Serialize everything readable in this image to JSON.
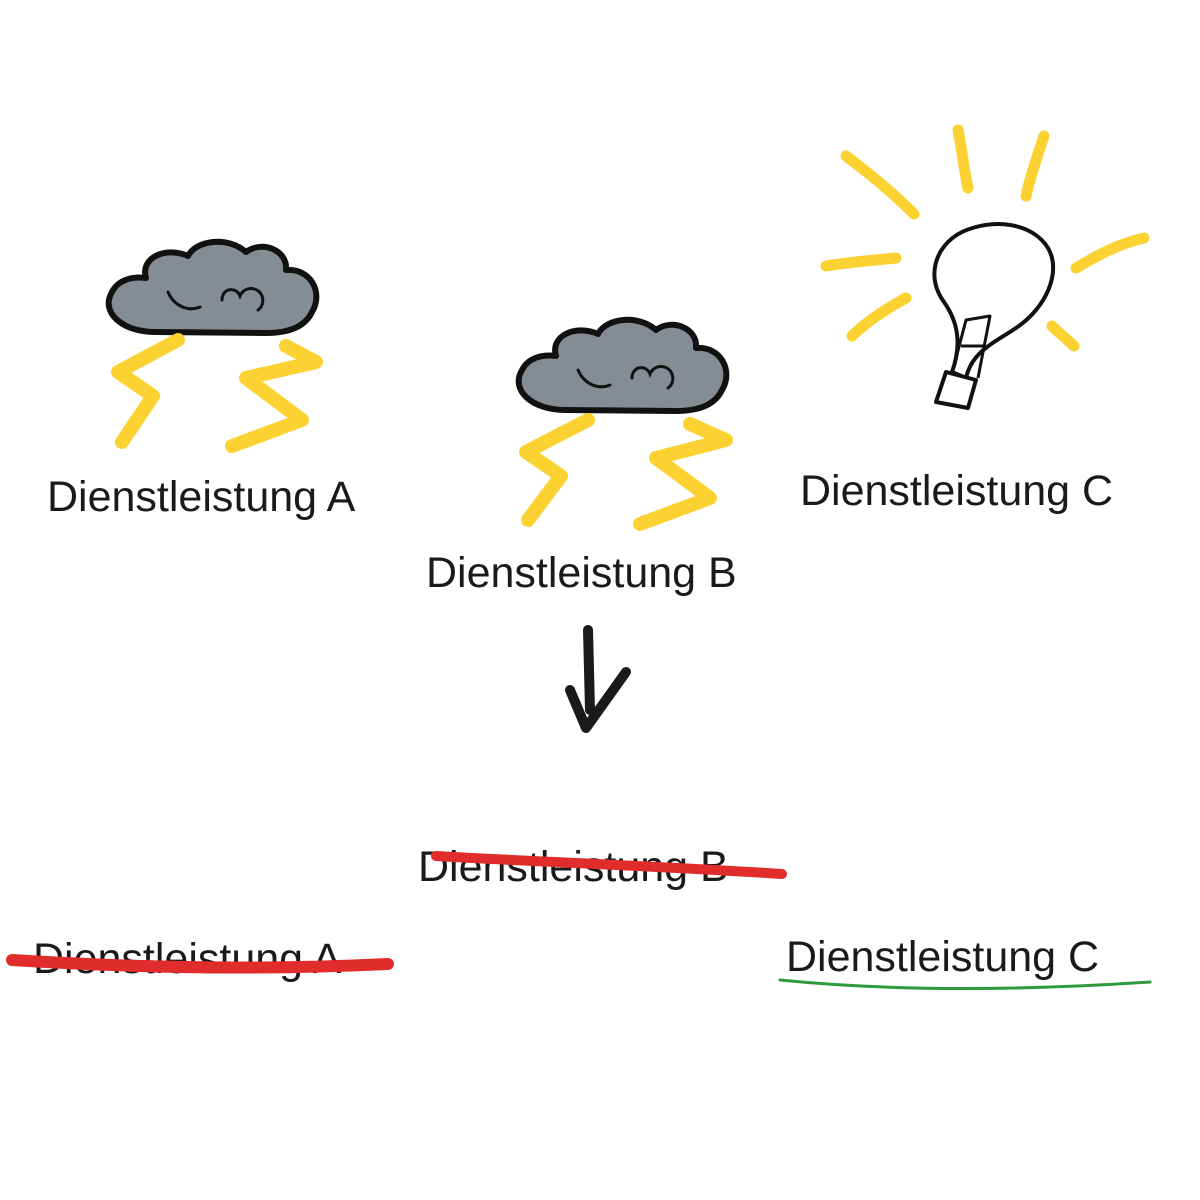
{
  "services": {
    "a": "Dienstleistung A",
    "b": "Dienstleistung B",
    "c": "Dienstleistung C"
  },
  "result": {
    "b": "Dienstleistung B",
    "a": "Dienstleistung A",
    "c": "Dienstleistung C"
  },
  "colors": {
    "cloud": "#868c93",
    "lightning": "#fcd232",
    "strike": "#e12c2c",
    "underline": "#2e9a3c",
    "ink": "#1a1a1a"
  }
}
